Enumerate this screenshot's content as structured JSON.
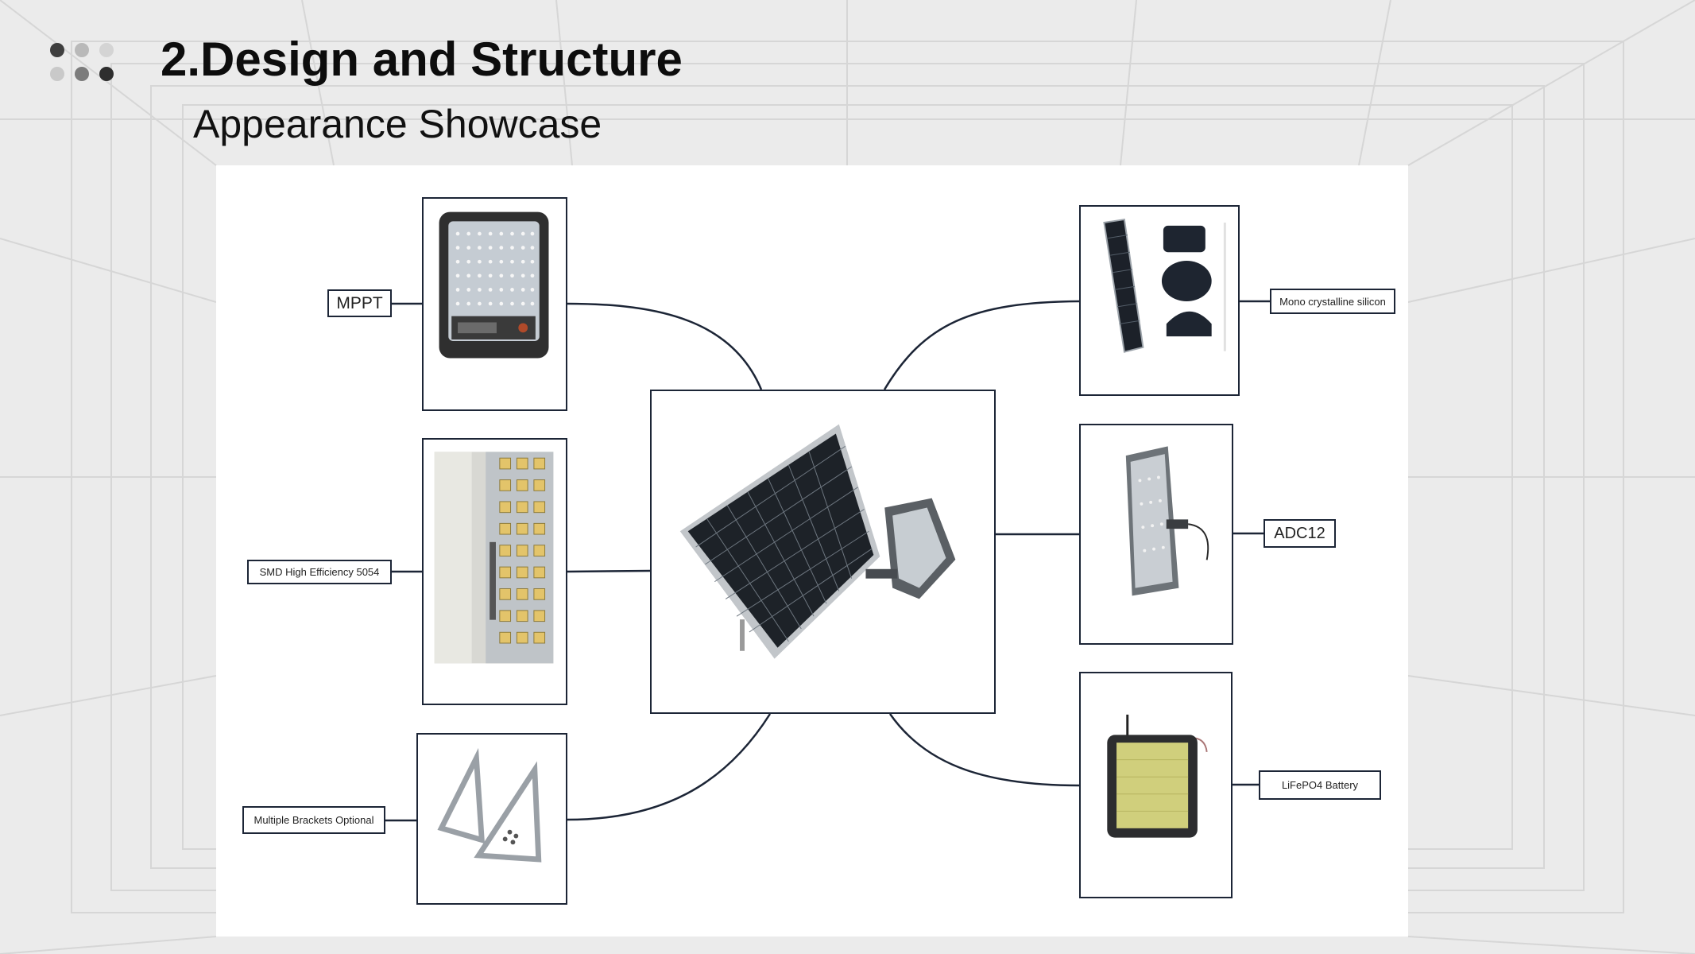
{
  "slide": {
    "title": "2.Design and Structure",
    "subtitle": "Appearance Showcase"
  },
  "diagram": {
    "center_product": "solar-panel-with-floodlight",
    "labels": {
      "mppt": "MPPT",
      "smd": "SMD High Efficiency 5054",
      "brackets": "Multiple Brackets Optional",
      "mono": "Mono crystalline silicon",
      "adc12": "ADC12",
      "battery": "LiFePO4 Battery"
    }
  },
  "colors": {
    "frame_border": "#1c2536",
    "connector": "#1c2536",
    "background": "#ebebeb",
    "dot_dark": "#3f3f3f",
    "dot_light": "#c4c4c4"
  }
}
